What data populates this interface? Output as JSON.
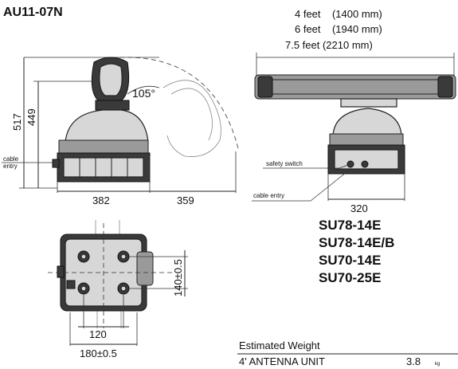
{
  "model_code": "AU11-07N",
  "antenna_sizes": [
    "4 feet    (1400 mm)",
    "6 feet    (1940 mm)",
    "7.5 feet (2210 mm)"
  ],
  "dimensions": {
    "height_total": "517",
    "height_body": "449",
    "angle": "105°",
    "depth_front": "382",
    "depth_swing": "359",
    "width_front": "320",
    "base_width": "180±0.5",
    "base_depth": "140±0.5",
    "hole_pitch": "120"
  },
  "labels": {
    "cable_entry_left": "cable\nentry",
    "safety_switch": "safety switch",
    "cable_entry_right": "cable entry"
  },
  "models": [
    "SU78-14E",
    "SU78-14E/B",
    "SU70-14E",
    "SU70-25E"
  ],
  "weight": {
    "heading": "Estimated Weight",
    "rows": [
      {
        "item": "4' ANTENNA UNIT",
        "value": "3.8",
        "unit": "kg"
      }
    ]
  }
}
